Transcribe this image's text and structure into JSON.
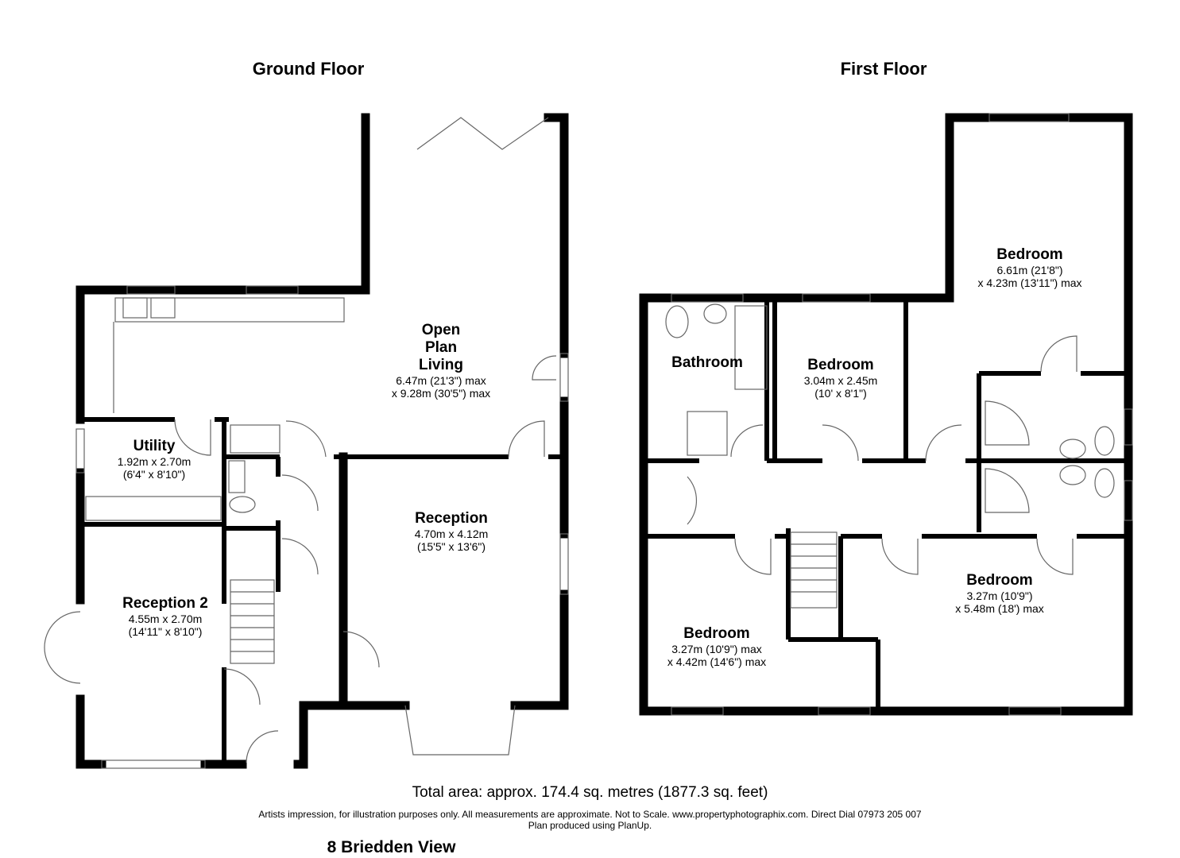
{
  "floors": {
    "ground": "Ground Floor",
    "first": "First Floor"
  },
  "rooms": {
    "open_plan": {
      "name": "Open Plan Living",
      "line1": "Open",
      "line2": "Plan",
      "line3": "Living",
      "dim1": "6.47m (21'3\") max",
      "dim2": "x 9.28m (30'5\") max"
    },
    "utility": {
      "name": "Utility",
      "dim1": "1.92m x 2.70m",
      "dim2": "(6'4\" x 8'10\")"
    },
    "reception": {
      "name": "Reception",
      "dim1": "4.70m x 4.12m",
      "dim2": "(15'5\" x 13'6\")"
    },
    "reception2": {
      "name": "Reception 2",
      "dim1": "4.55m x 2.70m",
      "dim2": "(14'11\" x 8'10\")"
    },
    "bathroom": {
      "name": "Bathroom"
    },
    "bedroom_small": {
      "name": "Bedroom",
      "dim1": "3.04m x 2.45m",
      "dim2": "(10' x 8'1\")"
    },
    "bedroom_master": {
      "name": "Bedroom",
      "dim1": "6.61m (21'8\")",
      "dim2": "x 4.23m (13'11\") max"
    },
    "bedroom_right": {
      "name": "Bedroom",
      "dim1": "3.27m (10'9\")",
      "dim2": "x 5.48m (18') max"
    },
    "bedroom_left": {
      "name": "Bedroom",
      "dim1": "3.27m (10'9\") max",
      "dim2": "x 4.42m (14'6\") max"
    }
  },
  "footer": {
    "total_area": "Total area: approx. 174.4 sq. metres (1877.3 sq. feet)",
    "disclaimer": "Artists impression, for illustration purposes only. All measurements are approximate. Not to Scale. www.propertyphotographix.com. Direct Dial 07973 205 007",
    "produced": "Plan produced using PlanUp.",
    "address": "8 Briedden View"
  },
  "colors": {
    "wall": "#000000",
    "fixture": "#666666",
    "background": "#ffffff"
  }
}
